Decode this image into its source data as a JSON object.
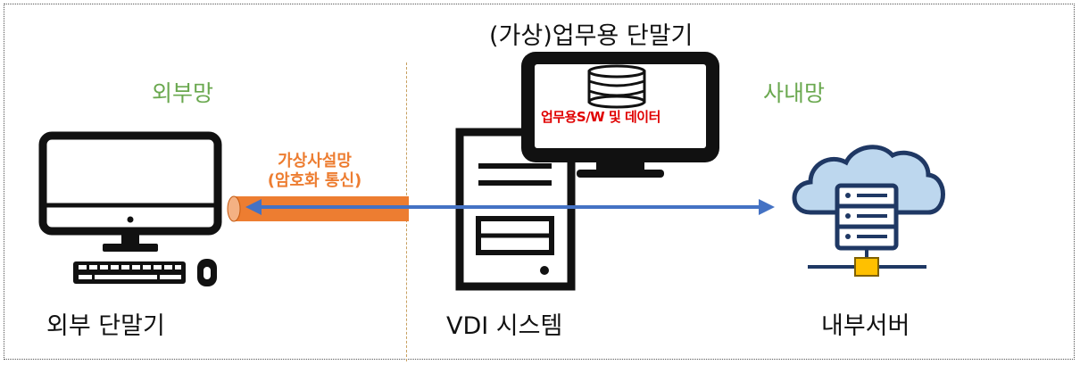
{
  "title": "(가상)업무용 단말기",
  "zones": {
    "external": "외부망",
    "internal": "사내망"
  },
  "tunnel": {
    "line1": "가상사설망",
    "line2": "(암호화 통신)"
  },
  "screen_label": "업무용S/W 및 데이터",
  "nodes": {
    "external_terminal": "외부 단말기",
    "vdi": "VDI 시스템",
    "server": "내부서버"
  },
  "colors": {
    "zone_text": "#6aa84f",
    "tunnel": "#ed7d31",
    "arrow": "#4472c4",
    "screen_text": "#e00000"
  }
}
